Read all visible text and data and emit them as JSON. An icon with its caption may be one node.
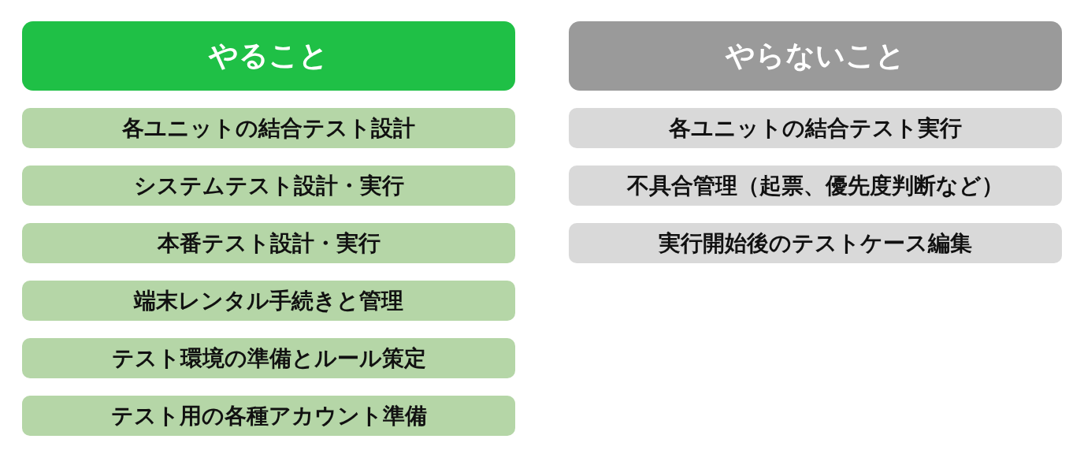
{
  "diagram": {
    "nodes": [
      {
        "text": [
          "やること"
        ]
      },
      {
        "text": [
          "各ユニットの結合テスト設計"
        ]
      },
      {
        "text": [
          "システムテスト設計・実行"
        ]
      },
      {
        "text": [
          "本番テスト設計・実行"
        ]
      },
      {
        "text": [
          "端末レンタル手続きと管理"
        ]
      },
      {
        "text": [
          "テスト環境の準備とルール策定"
        ]
      },
      {
        "text": [
          "テスト用の各種アカウント準備"
        ]
      },
      {
        "text": [
          "やらないこと"
        ]
      },
      {
        "text": [
          "各ユニットの結合テスト実行"
        ]
      },
      {
        "text": [
          "不具合管理（起票、優先度判断など）"
        ]
      },
      {
        "text": [
          "実行開始後のテストケース編集"
        ]
      }
    ]
  }
}
